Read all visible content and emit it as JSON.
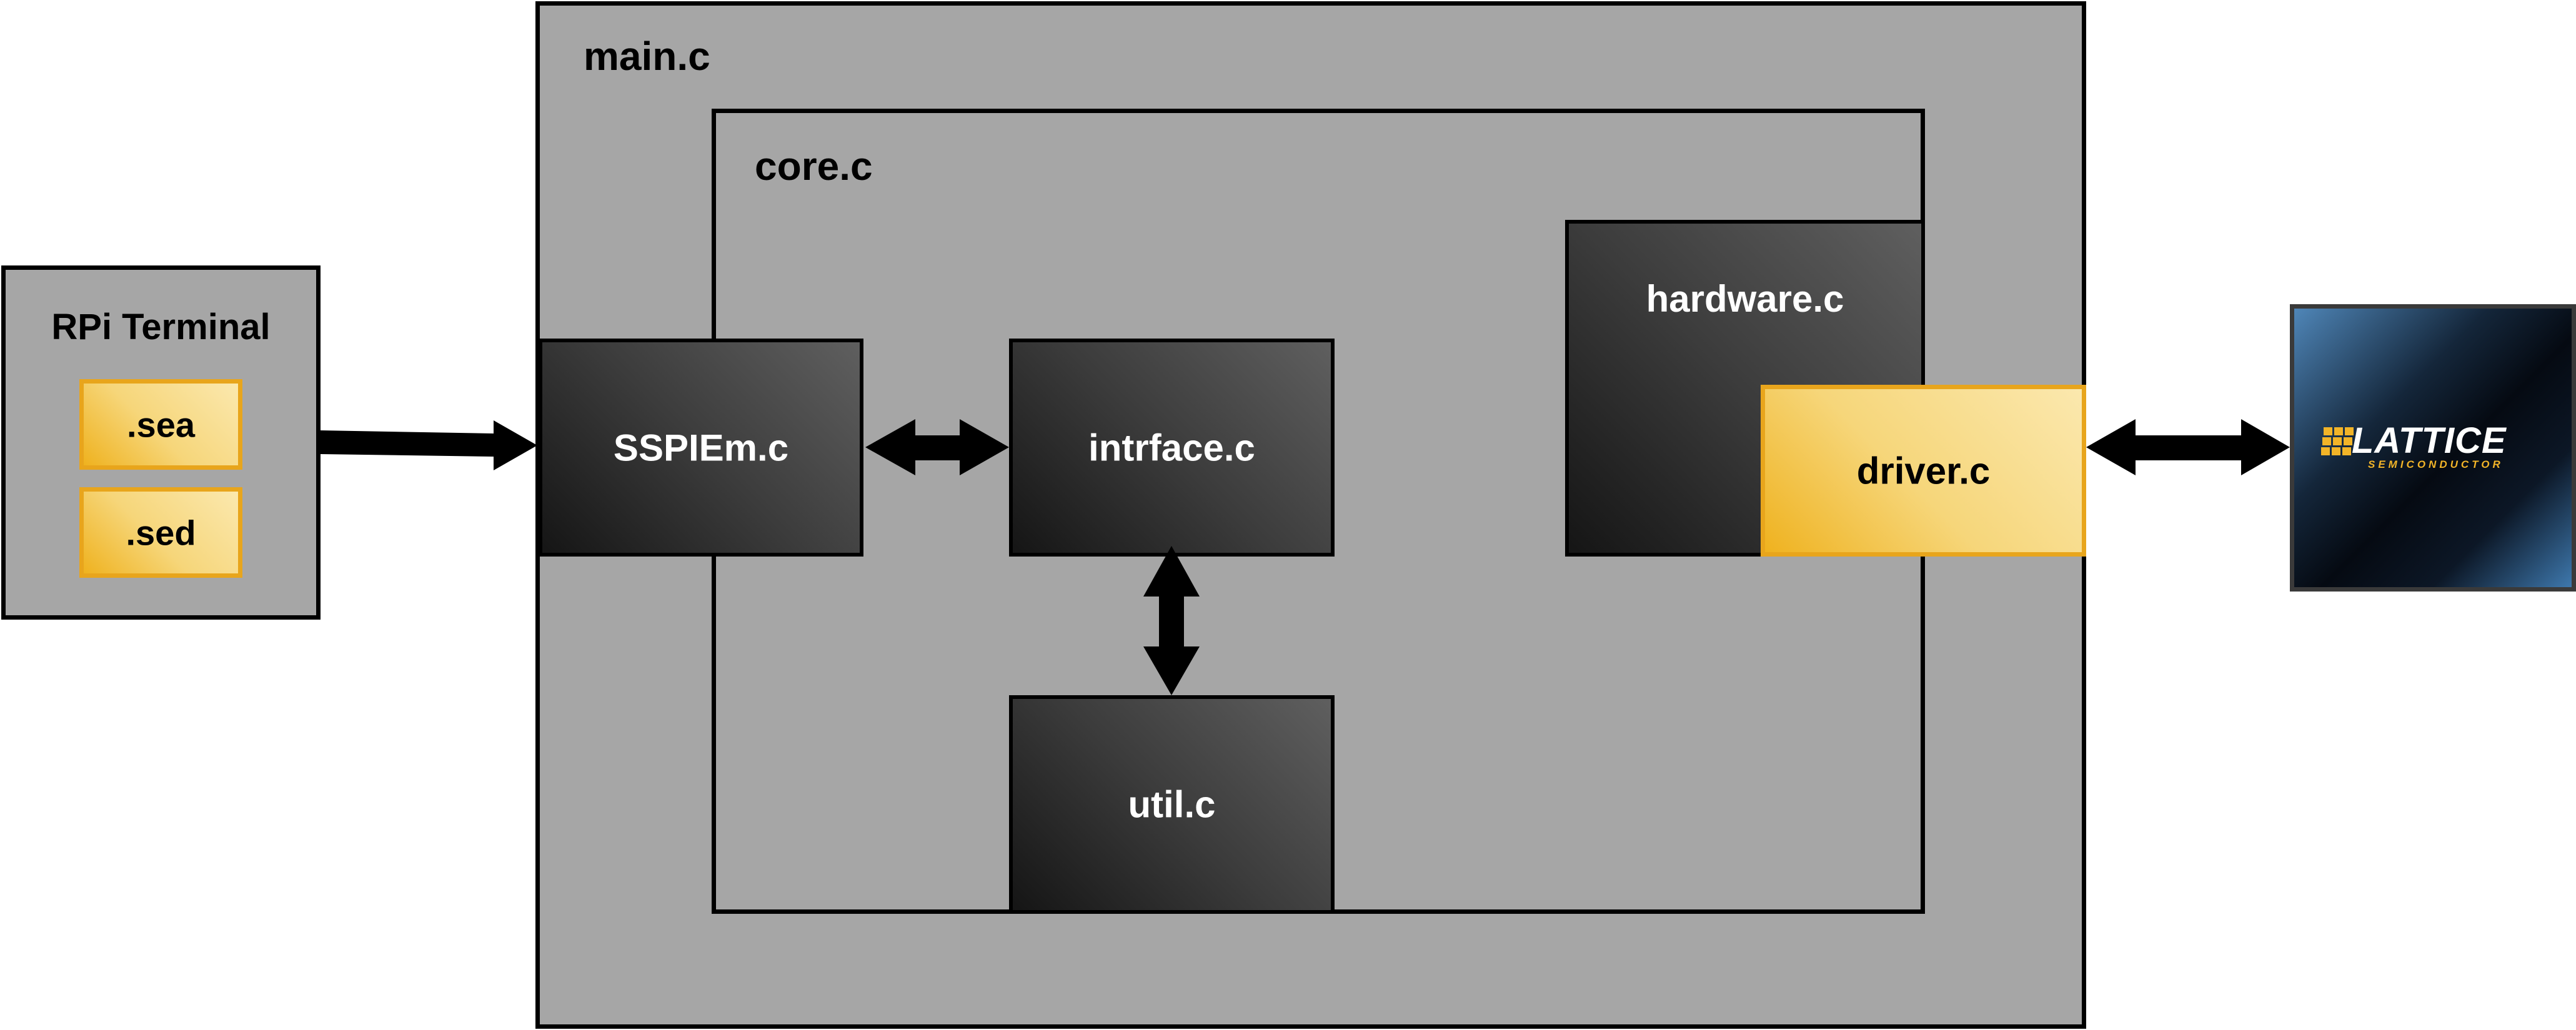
{
  "rpi_terminal": {
    "title": "RPi Terminal",
    "files": [
      ".sea",
      ".sed"
    ]
  },
  "main": {
    "label": "main.c"
  },
  "core": {
    "label": "core.c"
  },
  "modules": {
    "sspiem": "SSPIEm.c",
    "intrface": "intrface.c",
    "util": "util.c",
    "hardware": "hardware.c",
    "driver": "driver.c"
  },
  "lattice_logo": {
    "brand": "LATTICE",
    "sub": "SEMICONDUCTOR"
  },
  "colors": {
    "container_gray": "#a6a6a6",
    "module_dark": "#2e2e2e",
    "file_gold": "#f3c54a",
    "border": "#000000"
  }
}
